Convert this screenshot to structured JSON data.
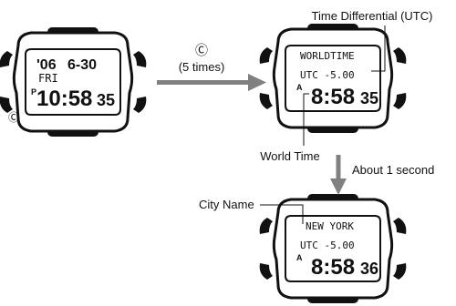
{
  "labels": {
    "button_symbol": "Ⓒ",
    "button_presses": "(5 times)",
    "time_differential": "Time Differential (UTC)",
    "world_time": "World Time",
    "about_1_second": "About 1 second",
    "city_name": "City Name"
  },
  "watch1": {
    "year": "'06",
    "date": "6-30",
    "weekday": "FRI",
    "pm": "P",
    "time": "10:58",
    "seconds": "35",
    "button_c": "Ⓒ"
  },
  "watch2": {
    "mode": "WORLDTIME",
    "utc": "UTC -5.00",
    "am": "A",
    "time": "8:58",
    "seconds": "35"
  },
  "watch3": {
    "city": "NEW YORK",
    "utc": "UTC -5.00",
    "am": "A",
    "time": "8:58",
    "seconds": "36"
  },
  "colors": {
    "arrow": "#808080",
    "ink": "#111111",
    "display": "#ffffff"
  }
}
